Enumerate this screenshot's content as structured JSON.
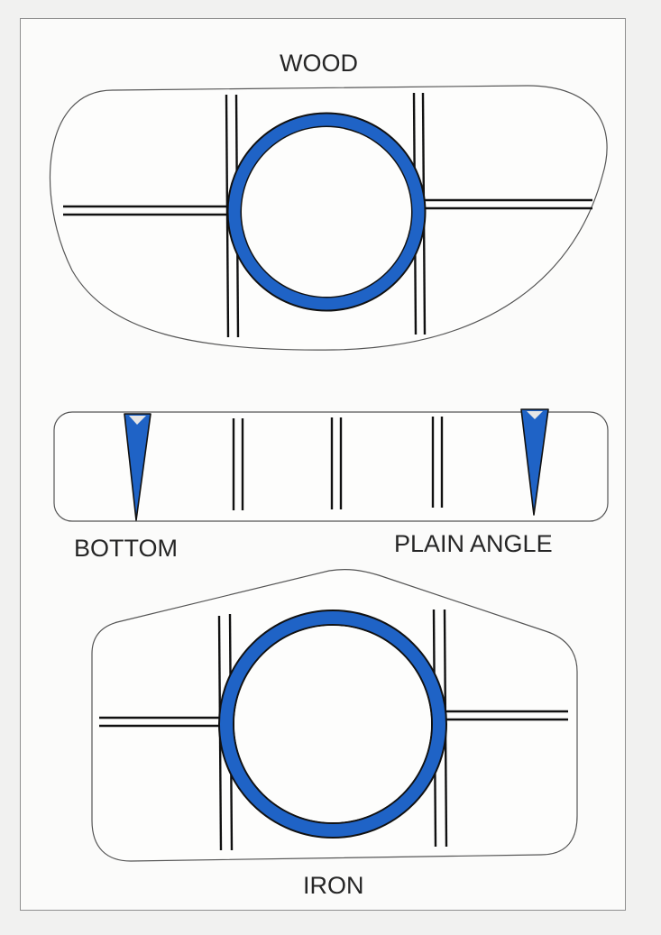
{
  "labels": {
    "wood": "WOOD",
    "bottom": "BOTTOM",
    "plain_angle": "PLAIN ANGLE",
    "iron": "IRON"
  },
  "colors": {
    "ring": "#1f63c6",
    "line": "#111111",
    "outline": "#555555",
    "card": "#fbfbfa"
  }
}
